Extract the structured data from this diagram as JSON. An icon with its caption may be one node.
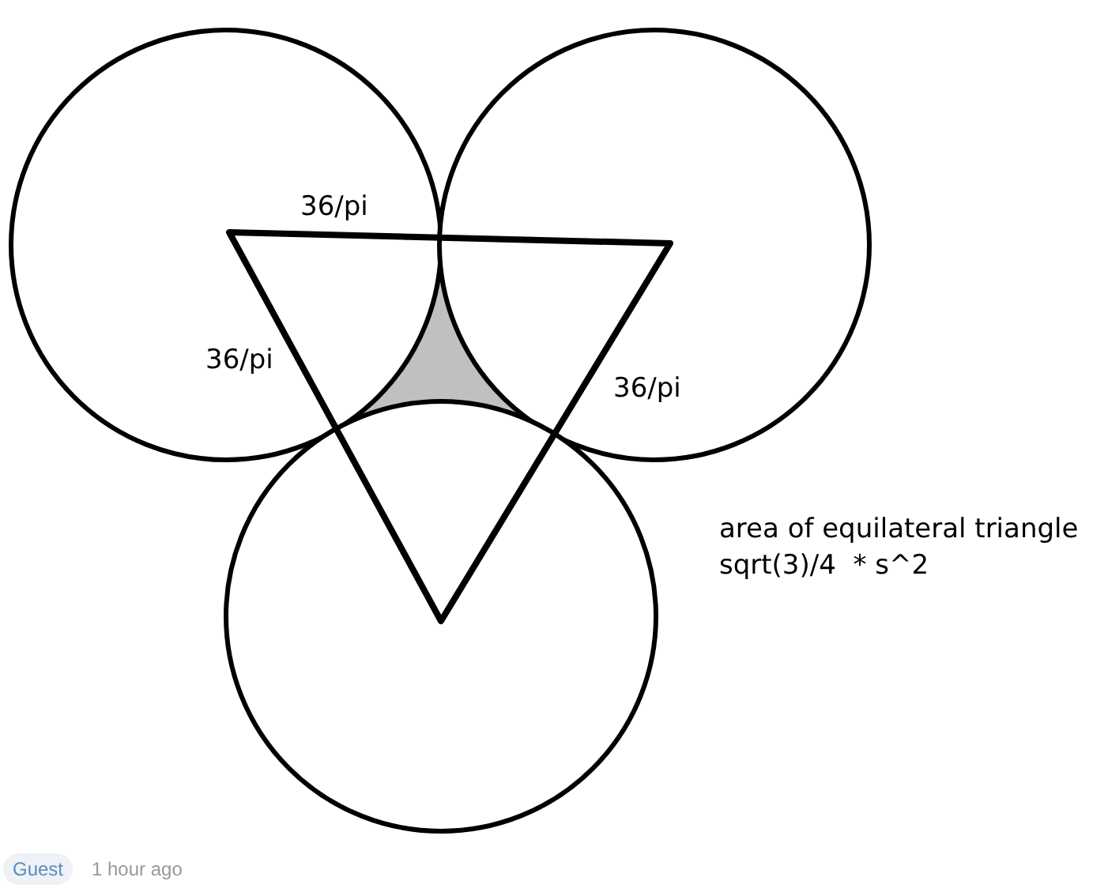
{
  "diagram": {
    "labels": [
      "36/pi",
      "36/pi",
      "36/pi",
      "area of equilateral triangle",
      "sqrt(3)/4  * s^2",
      "Guest",
      "1 hour ago"
    ]
  }
}
